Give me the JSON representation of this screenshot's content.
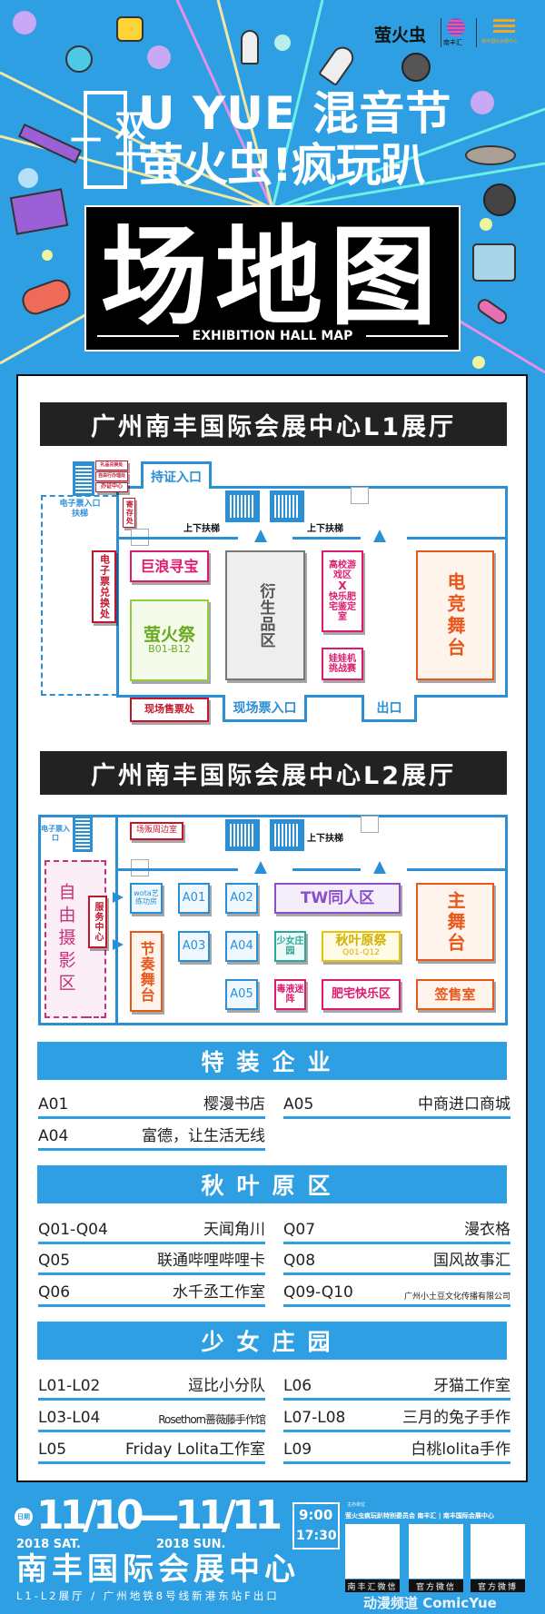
{
  "header": {
    "title_vertical": "双十一",
    "title_line1": "U YUE 混音节",
    "title_line2": "萤火虫!疯玩趴",
    "main_title": "场地图",
    "subtitle": "EXHIBITION HALL MAP",
    "logos": [
      "萤火虫",
      "南丰汇",
      "南丰国际会展中心"
    ]
  },
  "colors": {
    "background": "#2e9fe2",
    "map_line": "#2b8fd6",
    "red": "#c4152d",
    "pink": "#e0196e",
    "green": "#7dc22d",
    "orange": "#e8581c",
    "purple": "#8a4fc9"
  },
  "l1": {
    "title": "广州南丰国际会展中心L1展厅",
    "cert_entrance": "持证入口",
    "gift_exchange": "礼品兑换处",
    "self_service": "自由行办理处",
    "cert_center": "办证中心",
    "eticket_escalator": "电子票入口扶梯",
    "locker": "寄存处",
    "eticket_exchange": "电子票兑换处",
    "escalator_label": "上下扶梯",
    "julang": "巨浪寻宝",
    "yinghuoji": "萤火祭",
    "yinghuoji_code": "B01-B12",
    "derivatives": "衍生品区",
    "campus": "高校游戏区",
    "x": "X",
    "feizhai": "快乐肥宅鉴定室",
    "claw": "娃娃机挑战赛",
    "esports": "电竞舞台",
    "ticket_office": "现场售票处",
    "onsite_entrance": "现场票入口",
    "exit": "出口"
  },
  "l2": {
    "title": "广州南丰国际会展中心L2展厅",
    "eticket_entrance": "电子票入口",
    "merch_room": "场贩周边室",
    "escalator_label": "上下扶梯",
    "photo_zone": "自由摄影区",
    "service_center": "服务中心",
    "wota": "wota艺练功房",
    "booths": [
      "A01",
      "A02",
      "A03",
      "A04",
      "A05"
    ],
    "tw": "TW同人区",
    "main_stage": "主舞台",
    "rhythm_stage": "节奏舞台",
    "girls_garden": "少女庄园",
    "akiba": "秋叶原祭",
    "akiba_code": "Q01-Q12",
    "venom_maze": "毒液迷阵",
    "feizhai_zone": "肥宅快乐区",
    "signing_room": "签售室"
  },
  "sections": [
    {
      "title": "特装企业",
      "rows": [
        [
          "A01",
          "樱漫书店"
        ],
        [
          "A05",
          "中商进口商城"
        ],
        [
          "A04",
          "富德，让生活无线"
        ]
      ]
    },
    {
      "title": "秋叶原区",
      "rows": [
        [
          "Q01-Q04",
          "天闻角川"
        ],
        [
          "Q07",
          "漫衣格"
        ],
        [
          "Q05",
          "联通哔哩哔哩卡"
        ],
        [
          "Q08",
          "国风故事汇"
        ],
        [
          "Q06",
          "水千丞工作室"
        ],
        [
          "Q09-Q10",
          "广州小土豆文化传播有限公司"
        ]
      ]
    },
    {
      "title": "少女庄园",
      "rows": [
        [
          "L01-L02",
          "逗比小分队"
        ],
        [
          "L06",
          "牙猫工作室"
        ],
        [
          "L03-L04",
          "Rosethorn蔷薇藤手作馆"
        ],
        [
          "L07-L08",
          "三月的兔子手作"
        ],
        [
          "L05",
          "Friday Lolita工作室"
        ],
        [
          "L09",
          "白桃lolita手作"
        ]
      ]
    }
  ],
  "footer": {
    "date_badge": "日期",
    "dates": "11/10—11/11",
    "day1": "2018 SAT.",
    "day2": "2018 SUN.",
    "time_start": "9:00",
    "time_end": "17:30",
    "venue": "南丰国际会展中心",
    "directions": "L1-L2展厅 / 广州地铁8号线新港东站F出口",
    "organizer_label": "主办单位",
    "organizers": "萤火虫疯玩趴特别委员会  南丰汇 | 南丰国际会展中心",
    "qr_labels": [
      "南丰汇微信",
      "官方微信",
      "官方微博"
    ],
    "watermark": "动漫频道 ComicYue"
  }
}
